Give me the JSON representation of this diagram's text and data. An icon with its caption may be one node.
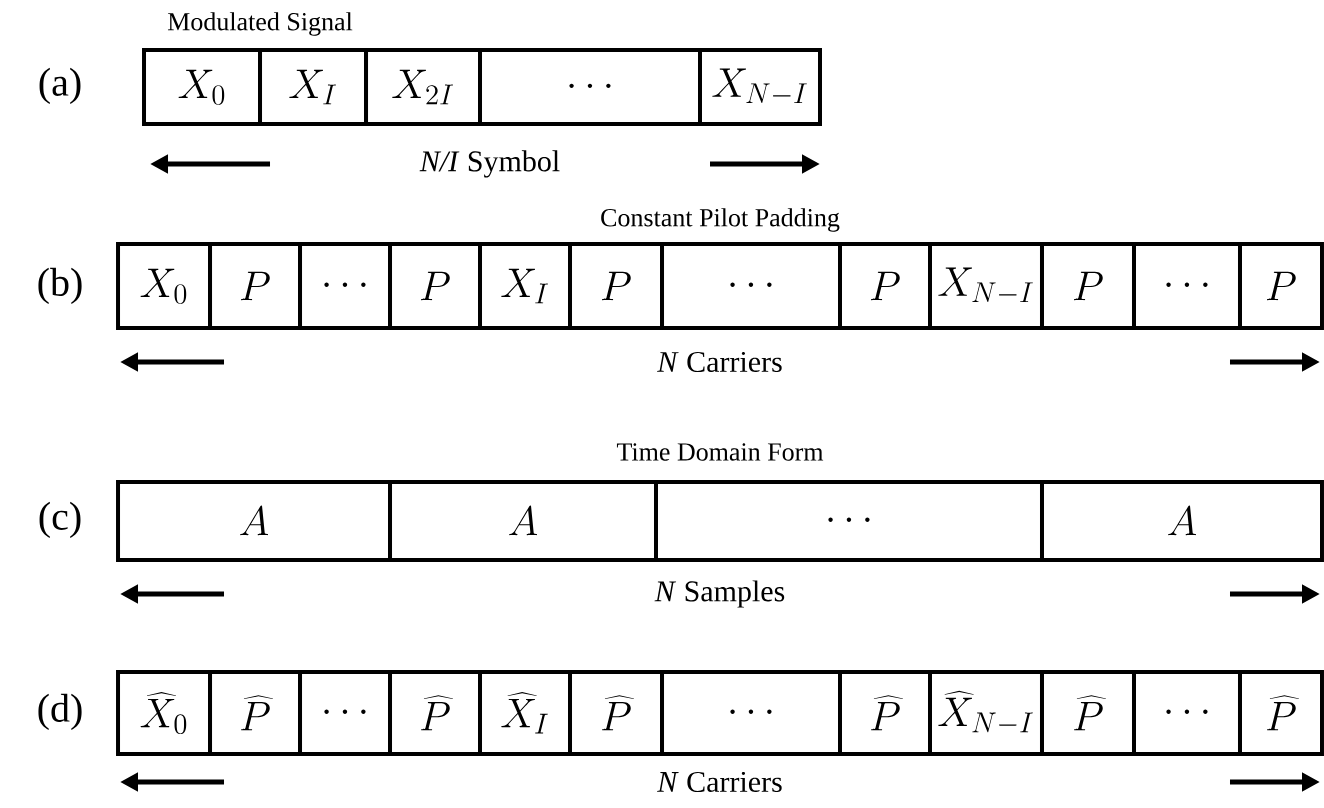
{
  "diagram": {
    "nodes": [
      {
        "text": [
          "X_{0}"
        ]
      },
      {
        "text": [
          "X_{I}"
        ]
      },
      {
        "text": [
          "X_{2I}"
        ]
      },
      {
        "text": [
          "\\cdots"
        ]
      },
      {
        "text": [
          "X_{N-I}"
        ]
      },
      {
        "text": [
          "X_{0}"
        ]
      },
      {
        "text": [
          "P"
        ]
      },
      {
        "text": [
          "\\cdots"
        ]
      },
      {
        "text": [
          "P"
        ]
      },
      {
        "text": [
          "X_{I}"
        ]
      },
      {
        "text": [
          "P"
        ]
      },
      {
        "text": [
          "\\cdots"
        ]
      },
      {
        "text": [
          "P"
        ]
      },
      {
        "text": [
          "X_{N-I}"
        ]
      },
      {
        "text": [
          "P"
        ]
      },
      {
        "text": [
          "\\cdots"
        ]
      },
      {
        "text": [
          "P"
        ]
      },
      {
        "text": [
          "A"
        ]
      },
      {
        "text": [
          "A"
        ]
      },
      {
        "text": [
          "\\cdots"
        ]
      },
      {
        "text": [
          "A"
        ]
      },
      {
        "text": [
          "\\widehat{X}_{0}"
        ]
      },
      {
        "text": [
          "\\widehat{P}"
        ]
      },
      {
        "text": [
          "\\cdots"
        ]
      },
      {
        "text": [
          "\\widehat{P}"
        ]
      },
      {
        "text": [
          "\\widehat{X}_{I}"
        ]
      },
      {
        "text": [
          "\\widehat{P}"
        ]
      },
      {
        "text": [
          "\\cdots"
        ]
      },
      {
        "text": [
          "\\widehat{P}"
        ]
      },
      {
        "text": [
          "\\widehat{X}_{N-I}"
        ]
      },
      {
        "text": [
          "\\widehat{P}"
        ]
      },
      {
        "text": [
          "\\cdots"
        ]
      },
      {
        "text": [
          "\\widehat{P}"
        ]
      }
    ],
    "labels": [
      "Modulated Signal",
      "(a)",
      "*N/I* Symbol",
      "Constant Pilot Padding",
      "(b)",
      "*N* Carriers",
      "Time Domain Form",
      "(c)",
      "*N* Samples",
      "(d)",
      "*N* Carriers"
    ]
  }
}
